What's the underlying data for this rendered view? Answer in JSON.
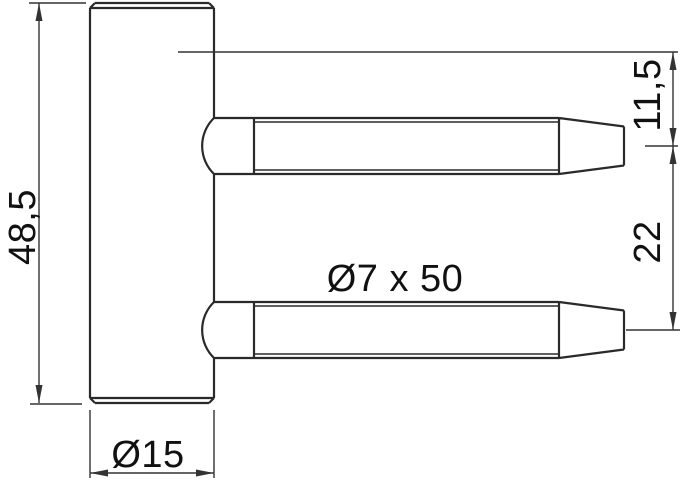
{
  "drawing": {
    "kind": "technical-drawing-hinge-frame-part",
    "dimensions": {
      "overall_height": "48,5",
      "pin_top_offset": "11,5",
      "pin_spacing": "22",
      "pin_label": "Ø7 x 50",
      "body_diameter": "Ø15"
    }
  },
  "colors": {
    "background": "#ffffff",
    "part_line": "#2a2a2a",
    "dimension_line": "#333333",
    "text": "#111111"
  }
}
